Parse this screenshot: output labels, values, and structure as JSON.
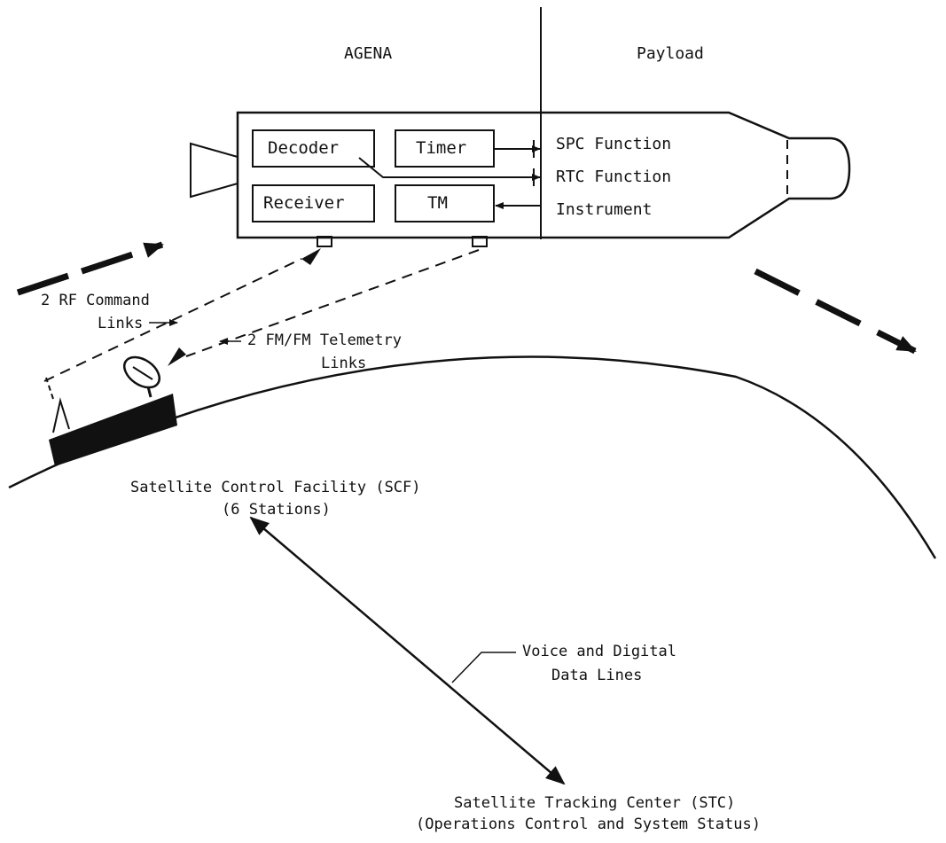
{
  "sections": {
    "left": "AGENA",
    "right": "Payload"
  },
  "modules": {
    "decoder": "Decoder",
    "timer": "Timer",
    "receiver": "Receiver",
    "tm": "TM"
  },
  "functions": {
    "spc": "SPC Function",
    "rtc": "RTC Function",
    "instrument": "Instrument"
  },
  "links": {
    "command_line1": "2 RF Command",
    "command_line2": "Links",
    "telemetry_line1": "2 FM/FM Telemetry",
    "telemetry_line2": "Links"
  },
  "scf": {
    "line1": "Satellite Control Facility (SCF)",
    "line2": "(6 Stations)"
  },
  "data_lines": {
    "line1": "Voice and Digital",
    "line2": "Data Lines"
  },
  "stc": {
    "line1": "Satellite Tracking Center (STC)",
    "line2": "(Operations Control and System Status)"
  }
}
